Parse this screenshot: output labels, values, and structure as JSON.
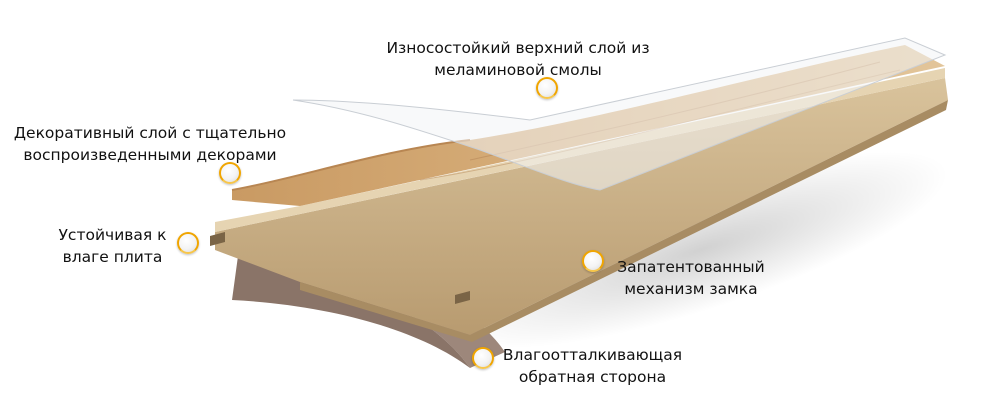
{
  "accent_color": "#f0a500",
  "labels": [
    {
      "id": "wear-layer",
      "lines": [
        "Износостойкий верхний слой из",
        "меламиновой смолы"
      ]
    },
    {
      "id": "decor-layer",
      "lines": [
        "Декоративный слой с тщательно",
        "воспроизведенными декорами"
      ]
    },
    {
      "id": "core-board",
      "lines": [
        "Устойчивая к",
        "влаге плита"
      ]
    },
    {
      "id": "lock",
      "lines": [
        "Запатентованный",
        "механизм замка"
      ]
    },
    {
      "id": "backing",
      "lines": [
        "Влагоотталкивающая",
        "обратная сторона"
      ]
    }
  ]
}
